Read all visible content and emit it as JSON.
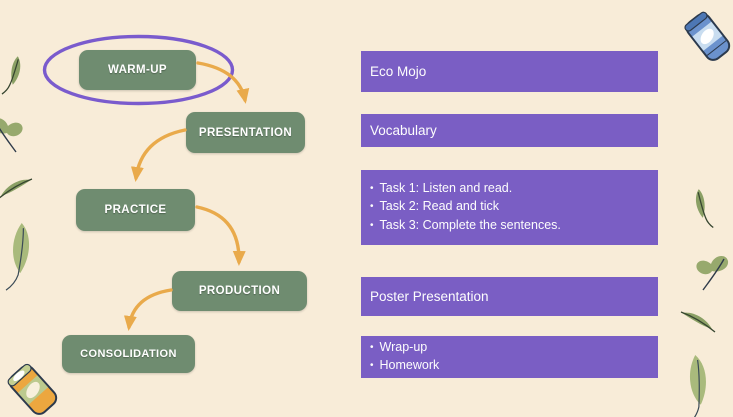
{
  "flow": {
    "steps": [
      {
        "label": "WARM-UP",
        "highlighted": true
      },
      {
        "label": "PRESENTATION",
        "highlighted": false
      },
      {
        "label": "PRACTICE",
        "highlighted": false
      },
      {
        "label": "PRODUCTION",
        "highlighted": false
      },
      {
        "label": "CONSOLIDATION",
        "highlighted": false
      }
    ]
  },
  "content": {
    "eco_mojo": "Eco Mojo",
    "vocabulary": "Vocabulary",
    "tasks": [
      "Task 1: Listen and read.",
      "Task 2: Read and tick",
      "Task 3: Complete the sentences."
    ],
    "poster": "Poster Presentation",
    "wrap": [
      "Wrap-up",
      "Homework"
    ]
  },
  "ui": {
    "bullet": "•"
  },
  "colors": {
    "background": "#f8ecd8",
    "flow_box_green": "#6f8c70",
    "content_box_purple": "#7a5ec4",
    "arrow_orange": "#e9aa4b",
    "highlight_ellipse_purple": "#7a5bcd",
    "leaf_green": "#9aad74",
    "can_blue": "#6b92cd",
    "can_orange": "#eca73f"
  }
}
